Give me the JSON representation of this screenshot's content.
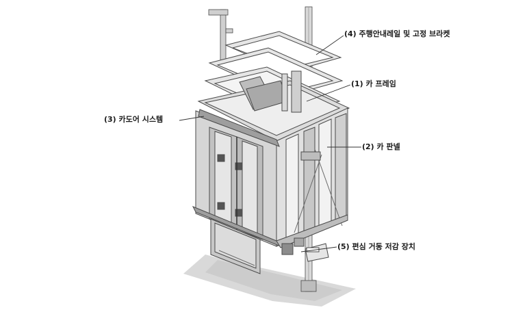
{
  "callouts": {
    "guide_rail": "(4) 주행안내레일 및 고정 브라켓",
    "car_frame": "(1) 카 프레임",
    "door_system": "(3) 카도어 시스템",
    "car_panel": "(2) 카 판넬",
    "damper": "(5) 편심 거동 저감 장치"
  },
  "colors": {
    "line": "#4a4a4a",
    "frame": "#8c8c8c",
    "panel_light": "#e6e6e6",
    "panel_mid": "#cfcfcf",
    "panel_dark": "#a9a9a9",
    "shadow": "#d4d4d4"
  }
}
